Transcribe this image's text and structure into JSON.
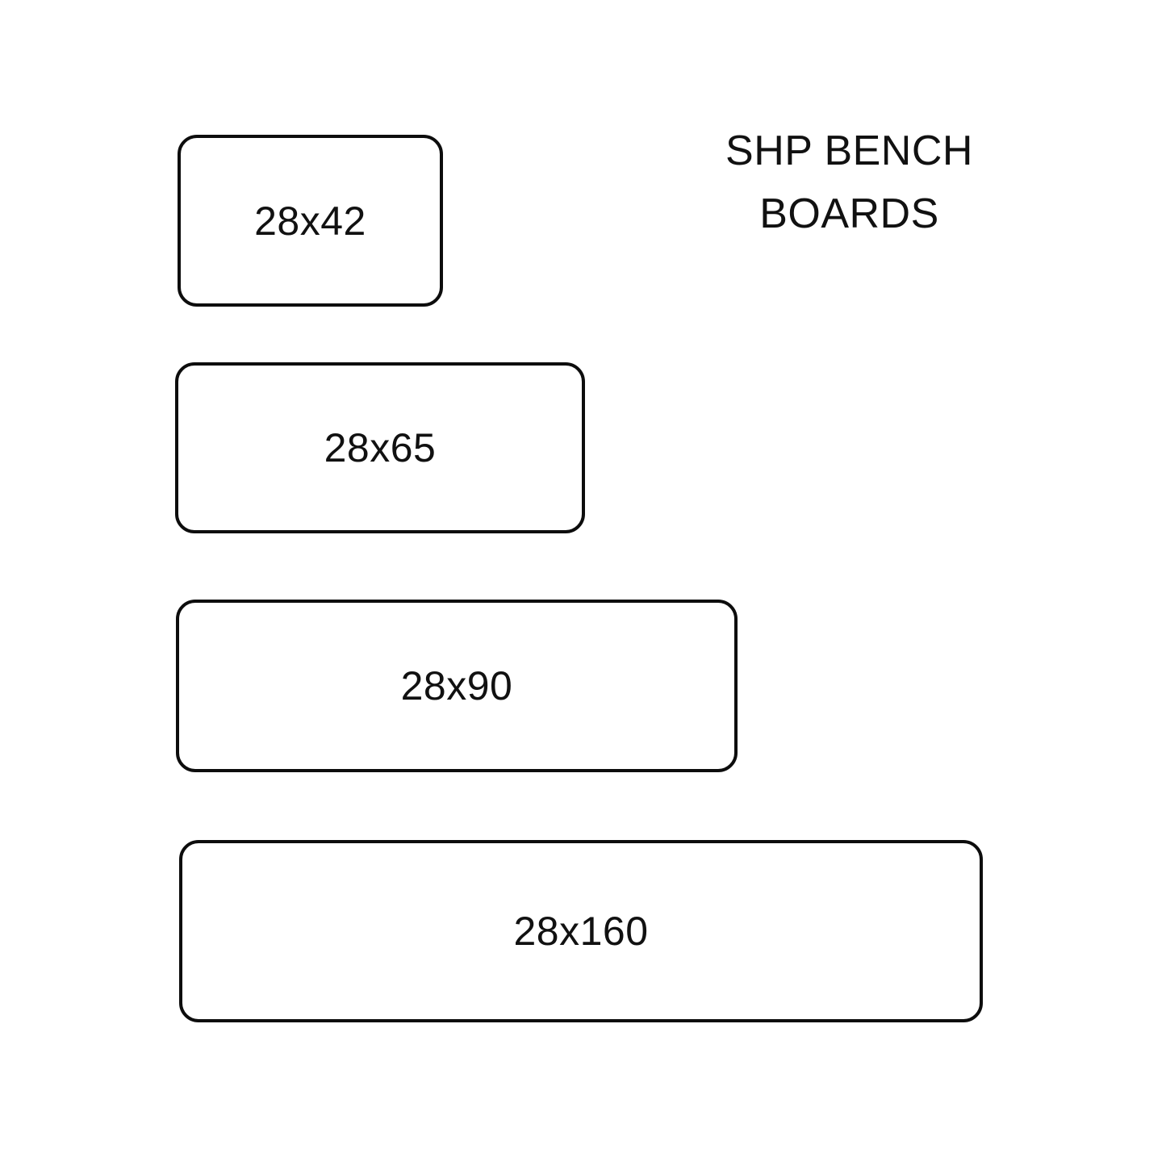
{
  "title": {
    "line1": "SHP BENCH",
    "line2": "BOARDS"
  },
  "boards": [
    {
      "label": "28x42"
    },
    {
      "label": "28x65"
    },
    {
      "label": "28x90"
    },
    {
      "label": "28x160"
    }
  ],
  "colors": {
    "background": "#ffffff",
    "stroke": "#0d0d0d",
    "text": "#111111"
  }
}
